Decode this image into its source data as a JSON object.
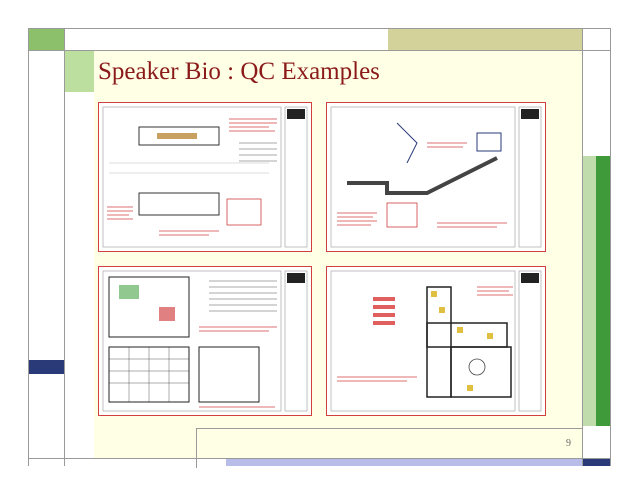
{
  "slide": {
    "title": "Speaker Bio : QC Examples",
    "page_number": "9"
  },
  "thumbnails": [
    {
      "name": "thumbnail-drawing-top-left",
      "logo": "eu"
    },
    {
      "name": "thumbnail-drawing-top-right",
      "logo": "eu"
    },
    {
      "name": "thumbnail-drawing-bottom-left",
      "logo": "eu"
    },
    {
      "name": "thumbnail-drawing-bottom-right",
      "logo": "eu"
    }
  ],
  "colors": {
    "title": "#8b1a1a",
    "accent_green": "#8dc06a",
    "accent_olive": "#d2d29a",
    "accent_navy": "#2a3a78",
    "accent_lavender": "#b8bce8",
    "content_bg": "#ffffe6",
    "markup_red": "#d04040"
  }
}
